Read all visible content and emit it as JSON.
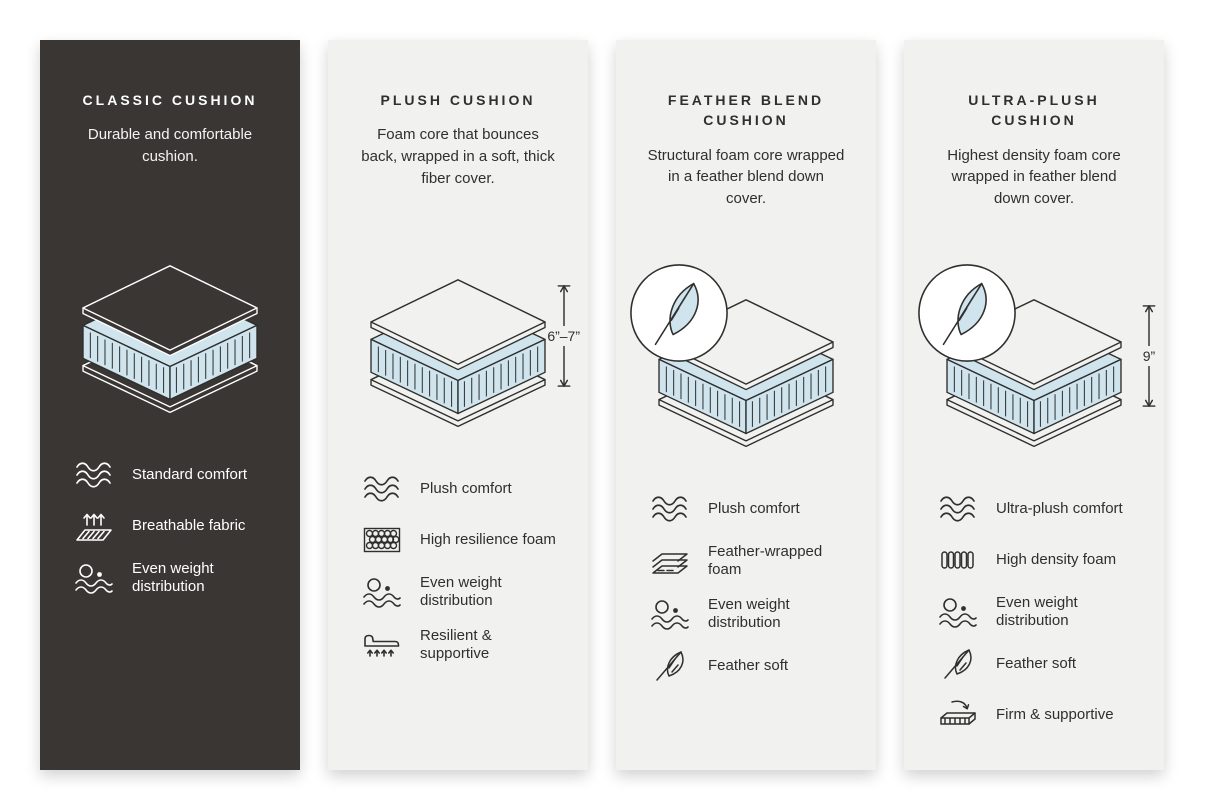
{
  "colors": {
    "slab_blue": "#cfe4ec",
    "ink": "#2f2f2e",
    "panel_light": "#f1f1ef",
    "panel_dark": "#393633"
  },
  "columns": [
    {
      "title": "CLASSIC CUSHION",
      "description": "Durable and comfortable cushion.",
      "theme": "dark",
      "features": [
        {
          "icon": "wave-comfort-icon",
          "label": "Standard comfort"
        },
        {
          "icon": "breathable-fabric-icon",
          "label": "Breathable fabric"
        },
        {
          "icon": "even-weight-icon",
          "label": "Even weight distribution"
        }
      ]
    },
    {
      "title": "PLUSH CUSHION",
      "description": "Foam core that bounces back, wrapped in a soft, thick fiber cover.",
      "measurement": "6”–7”",
      "features": [
        {
          "icon": "wave-comfort-icon",
          "label": "Plush comfort"
        },
        {
          "icon": "resilience-foam-icon",
          "label": "High resilience foam"
        },
        {
          "icon": "even-weight-icon",
          "label": "Even weight distribution"
        },
        {
          "icon": "resilient-supportive-icon",
          "label": "Resilient & supportive"
        }
      ]
    },
    {
      "title": "FEATHER BLEND CUSHION",
      "description": "Structural foam core wrapped in a feather blend down cover.",
      "badge": "feather",
      "features": [
        {
          "icon": "wave-comfort-icon",
          "label": "Plush comfort"
        },
        {
          "icon": "feather-wrapped-foam-icon",
          "label": "Feather-wrapped foam"
        },
        {
          "icon": "even-weight-icon",
          "label": "Even weight distribution"
        },
        {
          "icon": "feather-soft-icon",
          "label": "Feather soft"
        }
      ]
    },
    {
      "title": "ULTRA-PLUSH CUSHION",
      "description": "Highest density foam core wrapped in feather blend down cover.",
      "measurement": "9”",
      "badge": "feather",
      "features": [
        {
          "icon": "wave-comfort-icon",
          "label": "Ultra-plush comfort"
        },
        {
          "icon": "density-foam-icon",
          "label": "High density foam"
        },
        {
          "icon": "even-weight-icon",
          "label": "Even weight distribution"
        },
        {
          "icon": "feather-soft-icon",
          "label": "Feather soft"
        },
        {
          "icon": "firm-supportive-icon",
          "label": "Firm & supportive"
        }
      ]
    }
  ]
}
